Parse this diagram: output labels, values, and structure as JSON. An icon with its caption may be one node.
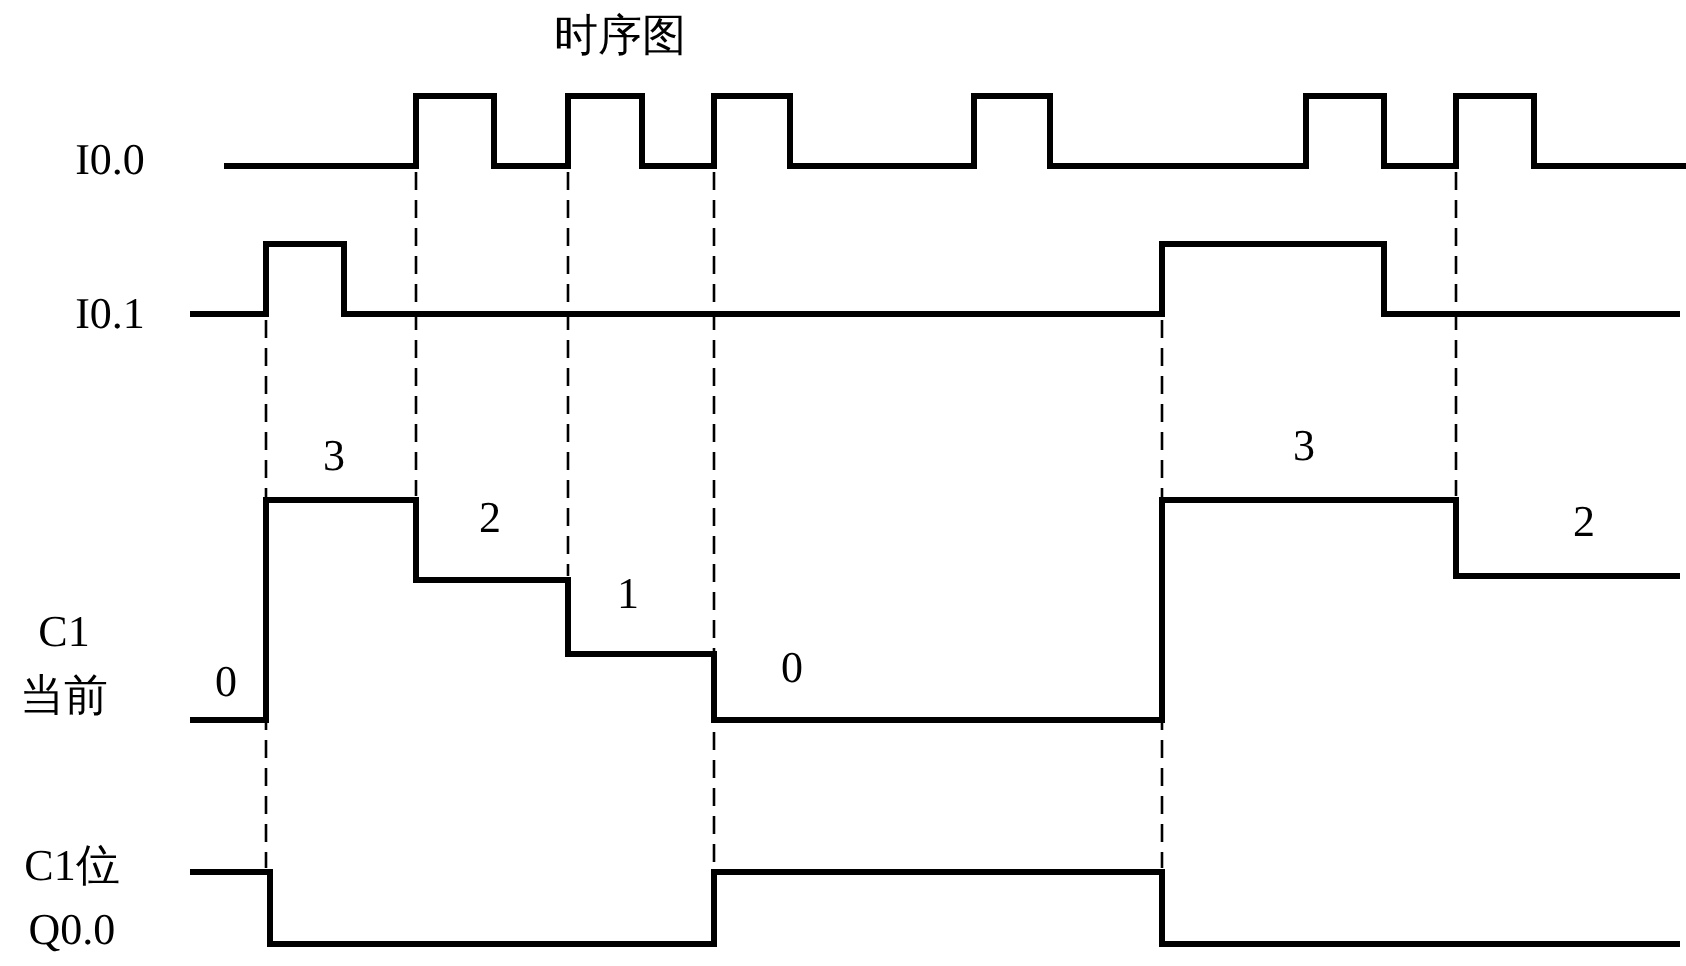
{
  "diagram": {
    "title": "时序图",
    "labels": [
      "I0.0",
      "I0.1",
      "3",
      "3",
      "2",
      "2",
      "1",
      "C1 当前",
      "0",
      "0",
      "C1位 Q0.0"
    ]
  }
}
